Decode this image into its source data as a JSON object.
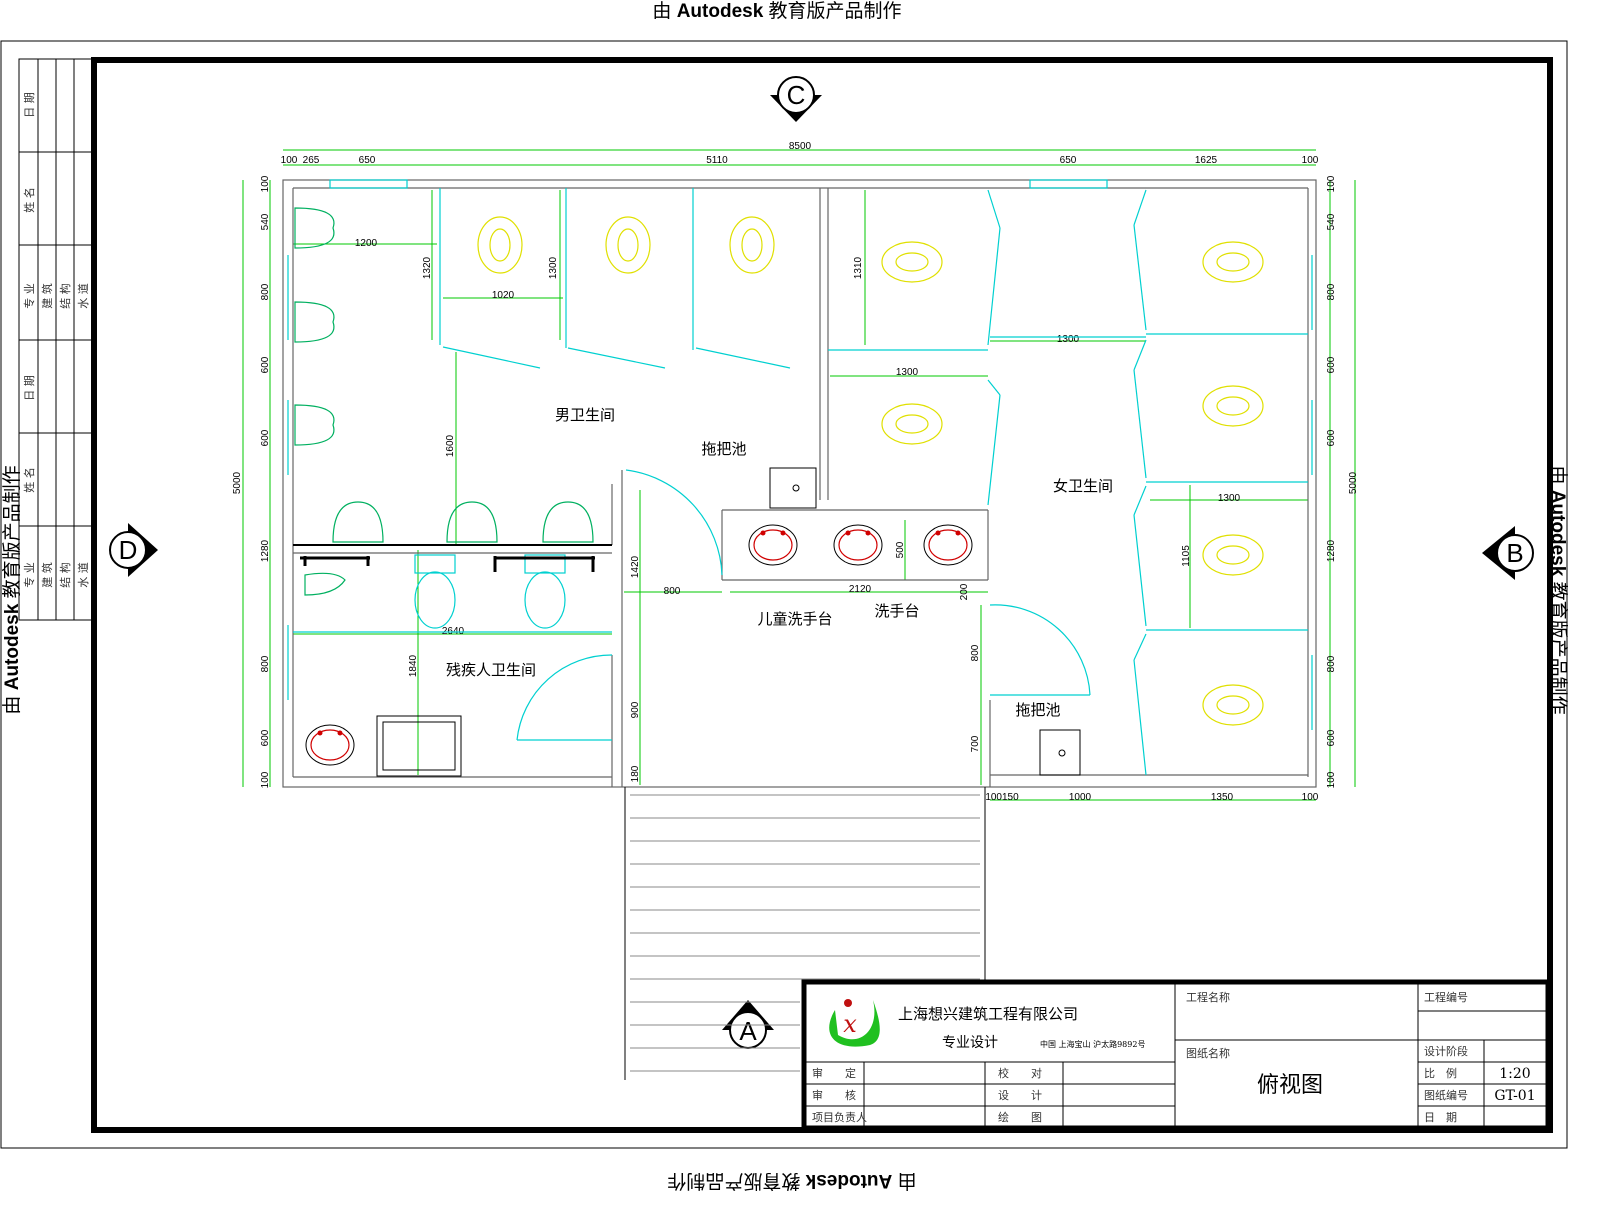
{
  "watermark": {
    "prefix": "由 ",
    "brand": "Autodesk",
    "suffix": " 教育版产品制作"
  },
  "section_markers": {
    "top": "C",
    "left": "D",
    "right": "B",
    "bottom": "A"
  },
  "revision_table": {
    "headers": [
      "日 期",
      "姓 名",
      "专 业"
    ],
    "disciplines": [
      "建 筑",
      "结 构",
      "水 道"
    ]
  },
  "dimensions": {
    "top_overall": "8500",
    "top": [
      "100",
      "265",
      "650",
      "5110",
      "650",
      "1625",
      "100"
    ],
    "left_overall": "5000",
    "left": [
      "100",
      "540",
      "800",
      "600",
      "600",
      "1280",
      "800",
      "600",
      "100"
    ],
    "right_overall": "5000",
    "right": [
      "100",
      "540",
      "800",
      "600",
      "600",
      "1280",
      "800",
      "600",
      "100"
    ],
    "bottom": [
      "100150",
      "1000",
      "1350",
      "100"
    ],
    "interior": [
      "1200",
      "1320",
      "1020",
      "1300",
      "1310",
      "1300",
      "1300",
      "1600",
      "1300",
      "1105",
      "500",
      "2120",
      "200",
      "800",
      "1420",
      "2640",
      "1840",
      "800",
      "900",
      "700",
      "180"
    ]
  },
  "rooms": {
    "mens": "男卫生间",
    "mop_sink_1": "拖把池",
    "womens": "女卫生间",
    "kids_basin": "儿童洗手台",
    "basin": "洗手台",
    "accessible": "残疾人卫生间",
    "mop_sink_2": "拖把池"
  },
  "title_block": {
    "company": "上海想兴建筑工程有限公司",
    "tagline": "专业设计",
    "address": "中国 上海宝山 沪太路9892号",
    "project_name_label": "工程名称",
    "project_no_label": "工程编号",
    "drawing_name_label": "图纸名称",
    "drawing_name": "俯视图",
    "design_stage_label": "设计阶段",
    "scale_label": "比　例",
    "scale": "1:20",
    "drawing_no_label": "图纸编号",
    "drawing_no": "GT-01",
    "date_label": "日　期",
    "approve": "审　　定",
    "review": "审　　核",
    "pm": "项目负责人",
    "check": "校　　对",
    "design": "设　　计",
    "draw": "绘　　图"
  },
  "colors": {
    "dimension": "#00c800",
    "partition": "#00d0d0",
    "squat_toilet": "#e0e000",
    "sink": "#d00000"
  }
}
